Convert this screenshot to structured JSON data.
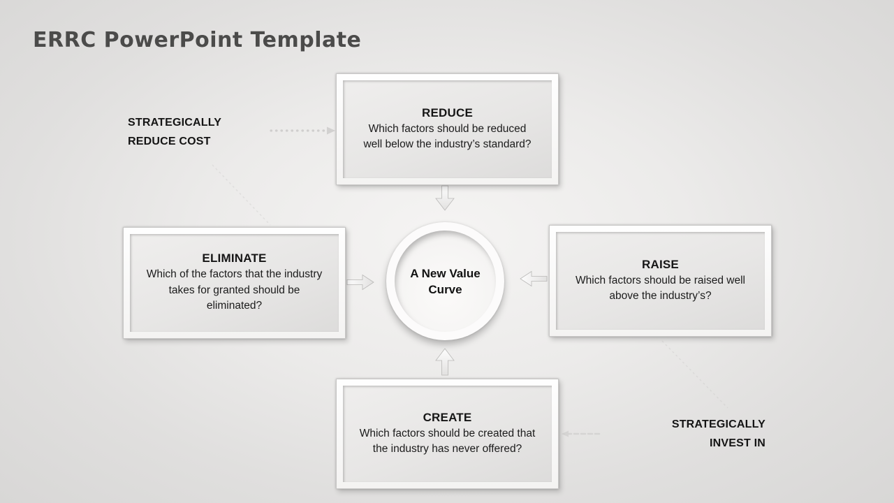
{
  "page": {
    "title": "ERRC PowerPoint Template"
  },
  "annotations": {
    "reduce_cost": {
      "line1": "STRATEGICALLY",
      "line2": "REDUCE COST"
    },
    "invest_in": {
      "line1": "STRATEGICALLY",
      "line2": "INVEST IN"
    }
  },
  "center_circle": {
    "label": "A New Value Curve"
  },
  "boxes": {
    "reduce": {
      "heading": "REDUCE",
      "question": "Which factors should be reduced well below the industry’s standard?"
    },
    "eliminate": {
      "heading": "ELIMINATE",
      "question": "Which of the factors that the industry takes for granted should be eliminated?"
    },
    "raise": {
      "heading": "RAISE",
      "question": "Which factors should be raised well above the industry’s?"
    },
    "create": {
      "heading": "CREATE",
      "question": "Which factors should be created that the industry has never offered?"
    }
  },
  "icons": {
    "arrow_down": "solid arrow pointing down from REDUCE box to circle",
    "arrow_up": "solid arrow pointing up from CREATE box to circle",
    "arrow_right": "solid arrow pointing right from ELIMINATE box to circle",
    "arrow_left": "solid arrow pointing left from RAISE box to circle",
    "dotted_arrow_right": "dotted arrow from STRATEGICALLY REDUCE COST label to REDUCE box",
    "dotted_arrow_left": "faint dotted arrow from STRATEGICALLY INVEST IN side toward CREATE box"
  },
  "colors": {
    "background_center": "#f5f4f3",
    "background_edge": "#d8d7d6",
    "box_frame": "#fefefe",
    "box_fill": "#e8e7e6",
    "title_text": "#4b4b4a",
    "body_text": "#1b1b1b",
    "connector": "#c6c5c4"
  }
}
